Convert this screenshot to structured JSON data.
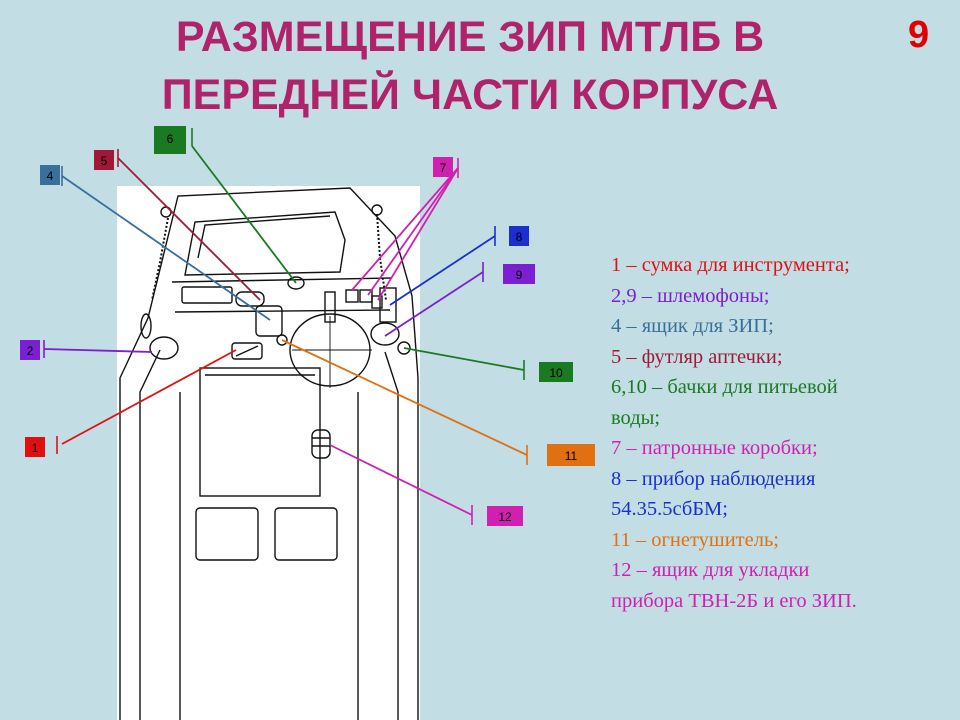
{
  "title_line1": "РАЗМЕЩЕНИЕ ЗИП МТЛБ  В",
  "title_line2": "ПЕРЕДНЕЙ ЧАСТИ КОРПУСА",
  "slide_number": "9",
  "callouts": [
    {
      "id": "1",
      "color": "#e11010",
      "text_color": "#000000"
    },
    {
      "id": "2",
      "color": "#7a1fd1",
      "text_color": "#000000"
    },
    {
      "id": "4",
      "color": "#3a6f9a",
      "text_color": "#000000"
    },
    {
      "id": "5",
      "color": "#a01836",
      "text_color": "#000000"
    },
    {
      "id": "6",
      "color": "#1a7a22",
      "text_color": "#000000"
    },
    {
      "id": "7",
      "color": "#d020b0",
      "text_color": "#000000"
    },
    {
      "id": "8",
      "color": "#1a2fd0",
      "text_color": "#000000"
    },
    {
      "id": "9",
      "color": "#7a1fd1",
      "text_color": "#000000"
    },
    {
      "id": "10",
      "color": "#1a7a22",
      "text_color": "#000000"
    },
    {
      "id": "11",
      "color": "#e07010",
      "text_color": "#000000"
    },
    {
      "id": "12",
      "color": "#d020b0",
      "text_color": "#000000"
    }
  ],
  "legend": [
    {
      "text": "1 – сумка для инструмента;",
      "color": "#e11010"
    },
    {
      "text": "2,9 – шлемофоны;",
      "color": "#7a1fd1"
    },
    {
      "text": "4 – ящик для ЗИП;",
      "color": "#3a6f9a"
    },
    {
      "text": "5 – футляр аптечки;",
      "color": "#a01836"
    },
    {
      "text": "6,10 – бачки для питьевой",
      "color": "#1a7a22"
    },
    {
      "text": "воды;",
      "color": "#1a7a22"
    },
    {
      "text": "7 – патронные коробки;",
      "color": "#d020b0"
    },
    {
      "text": "8 – прибор наблюдения",
      "color": "#1a2fd0"
    },
    {
      "text": "54.35.5сбБМ;",
      "color": "#1a2fd0"
    },
    {
      "text": "11 – огнетушитель;",
      "color": "#e07010"
    },
    {
      "text": "12 – ящик для укладки",
      "color": "#d020b0"
    },
    {
      "text": "прибора ТВН-2Б и его ЗИП.",
      "color": "#d020b0"
    }
  ]
}
